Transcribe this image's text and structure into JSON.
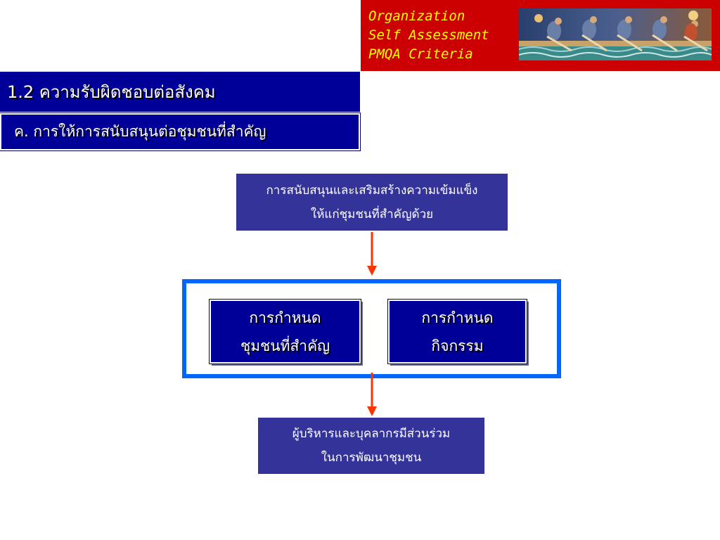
{
  "header": {
    "brand_lines": [
      "Organization",
      "Self Assessment",
      "PMQA Criteria"
    ],
    "section_title": "1.2 ความรับผิดชอบต่อสังคม",
    "subsection_title": "ค. การให้การสนับสนุนต่อชุมชนที่สำคัญ"
  },
  "diagram": {
    "top_box": [
      "การสนับสนุนและเสริมสร้างความเข้มแข็ง",
      "ให้แก่ชุมชนที่สำคัญด้วย"
    ],
    "left_box": [
      "การกำหนด",
      "ชุมชนที่สำคัญ"
    ],
    "right_box": [
      "การกำหนด",
      "กิจกรรม"
    ],
    "bottom_box": [
      "ผู้บริหารและบุคลากรมีส่วนร่วม",
      "ในการพัฒนาชุมชน"
    ]
  },
  "colors": {
    "header_red": "#cc0000",
    "brand_text": "#ffff00",
    "navy": "#000099",
    "box_blue": "#333399",
    "frame_blue": "#0066ff",
    "arrow_red": "#ff3300"
  }
}
